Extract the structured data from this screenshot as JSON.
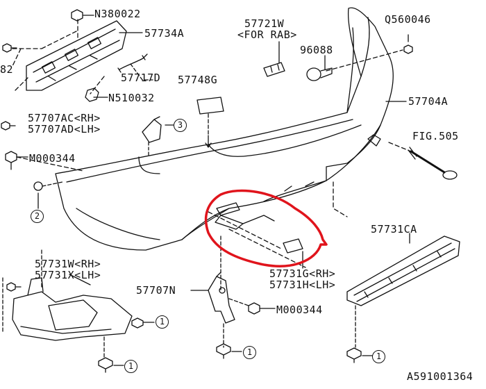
{
  "labels": {
    "n380022": "N380022",
    "p57734a": "57734A",
    "p57721w": "57721W",
    "for_rab": "<FOR RAB>",
    "q560046": "Q560046",
    "p96088": "96088",
    "p82": "82",
    "p57717d": "57717D",
    "p57748g": "57748G",
    "n510032": "N510032",
    "p57704a": "57704A",
    "p57707ac": "57707AC<RH>",
    "p57707ad": "57707AD<LH>",
    "fig505": "FIG.505",
    "m000344_left": "M000344",
    "p57731ca": "57731CA",
    "p57731w": "57731W<RH>",
    "p57731x": "57731X<LH>",
    "p57731g": "57731G<RH>",
    "p57731h": "57731H<LH>",
    "p57707n": "57707N",
    "m000344_right": "M000344",
    "diagram_id": "A591001364"
  },
  "callouts": {
    "c3": "3",
    "c2": "2",
    "c1a": "1",
    "c1b": "1",
    "c1c": "1",
    "c1d": "1"
  },
  "colors": {
    "line": "#111111",
    "highlight": "#e0141c"
  }
}
